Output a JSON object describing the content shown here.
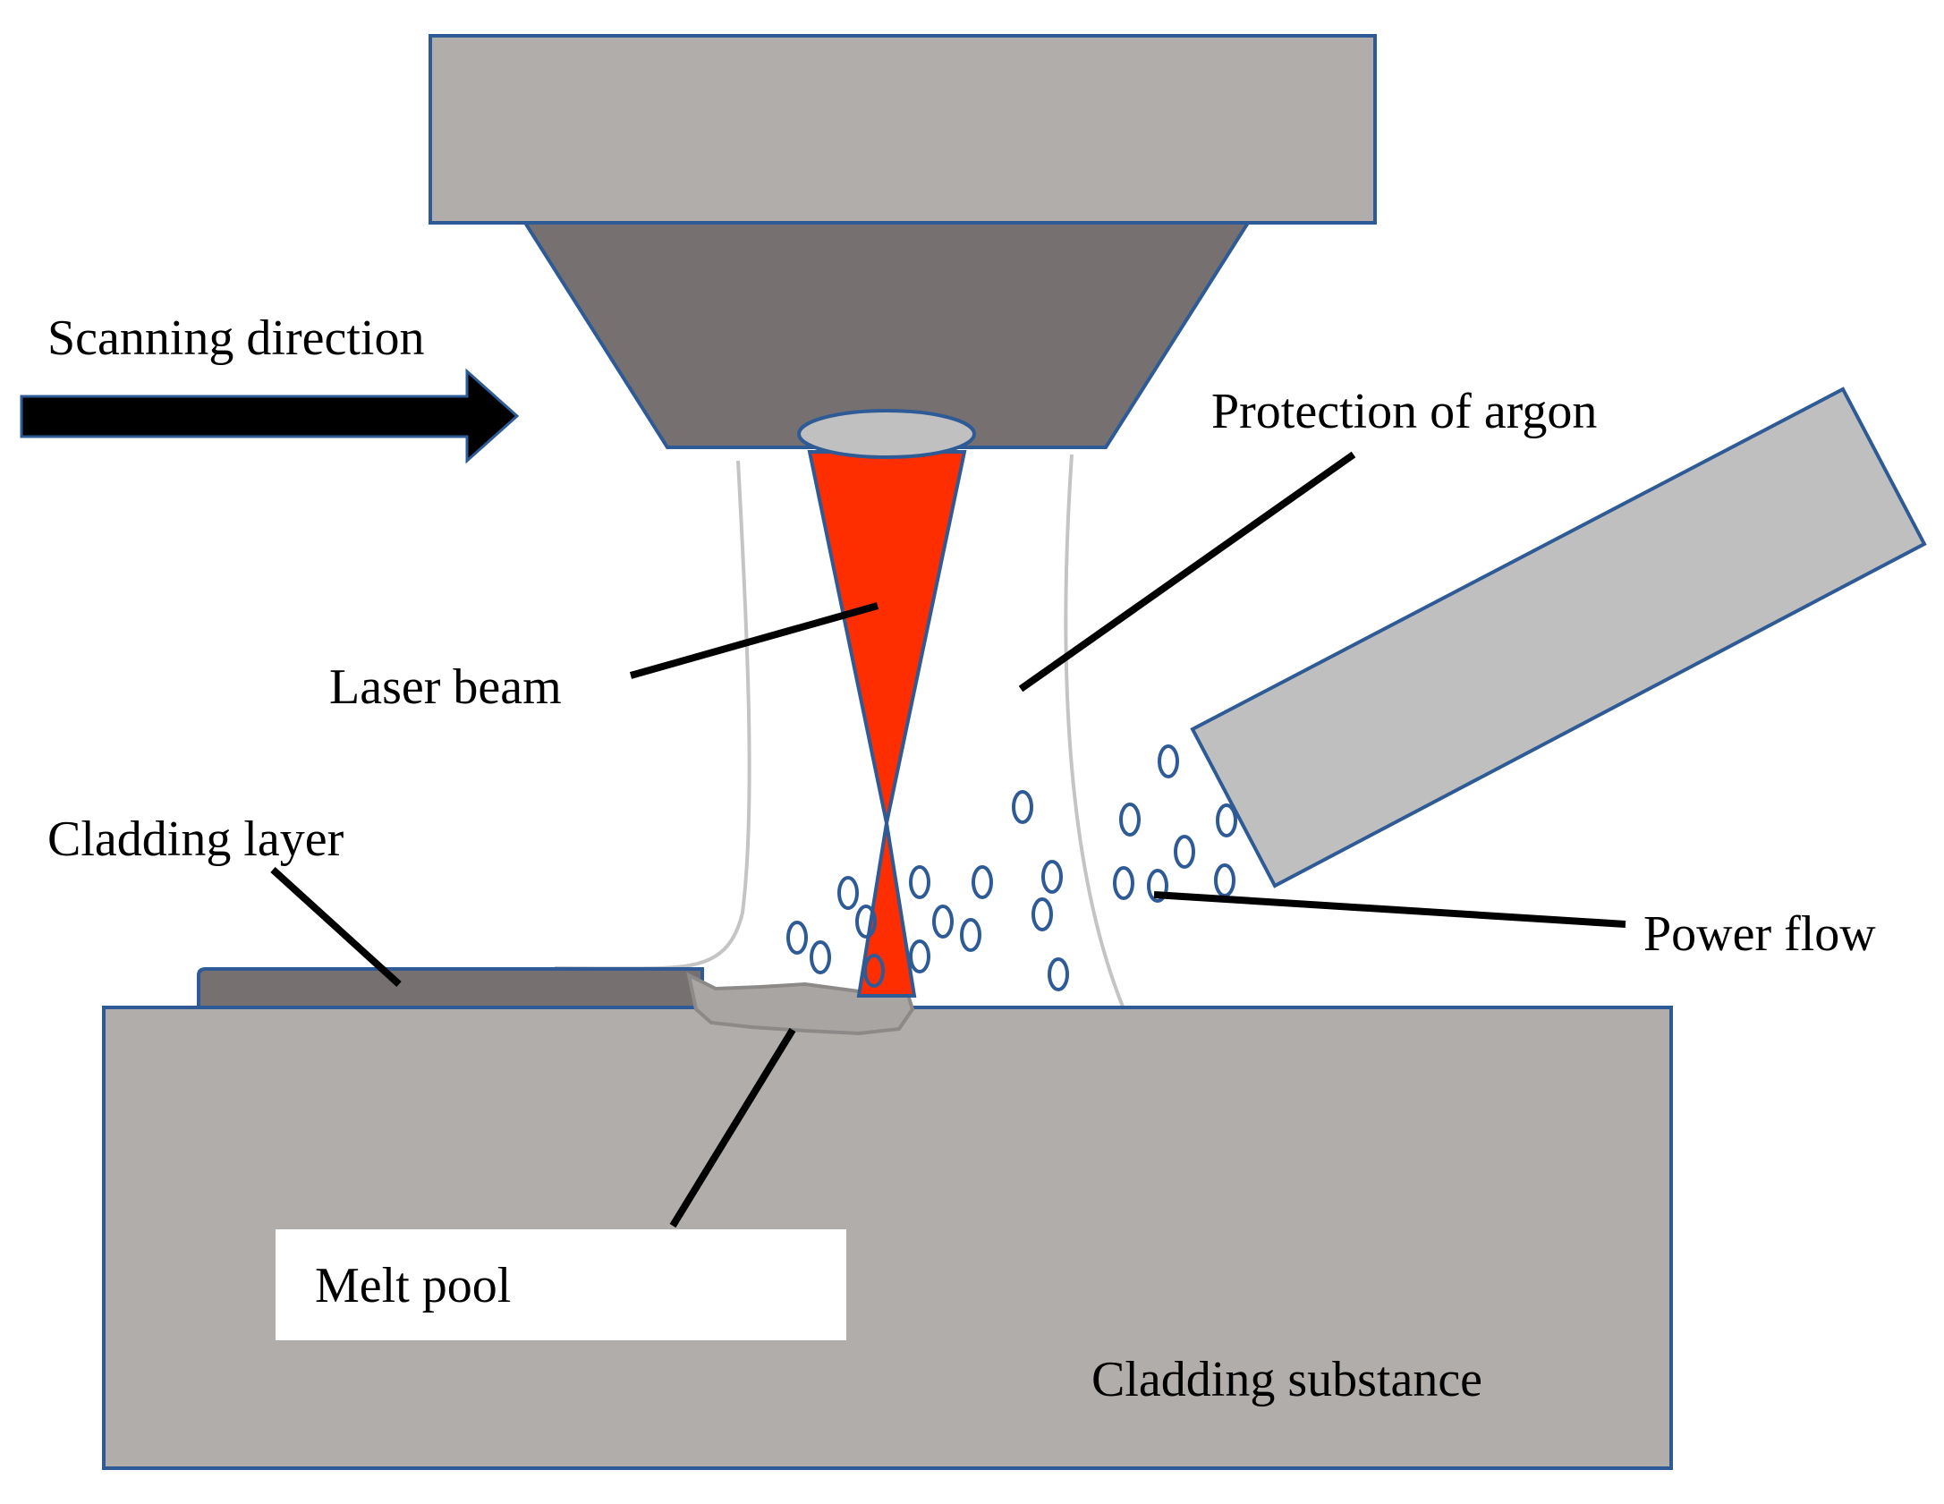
{
  "labels": {
    "scanning_direction": "Scanning direction",
    "protection_of_argon": "Protection of argon",
    "laser_beam": "Laser beam",
    "cladding_layer": "Cladding layer",
    "power_flow": "Power flow",
    "melt_pool": "Melt pool",
    "cladding_substance": "Cladding substance"
  },
  "colors": {
    "head_body": "#b1adaa",
    "nozzle": "#767170",
    "outline_blue": "#2e5b96",
    "laser": "#ff2e00",
    "lens": "#c0c0c0",
    "powder_tube": "#bfbfbf",
    "substrate": "#b1adaa",
    "cladding_layer": "#767170",
    "melt_pool": "#a8a5a3",
    "particle": "#2e5b96",
    "leader_line": "#000000",
    "arrow": "#000000"
  },
  "icons": {
    "scanning_arrow": "right-arrow-icon"
  }
}
